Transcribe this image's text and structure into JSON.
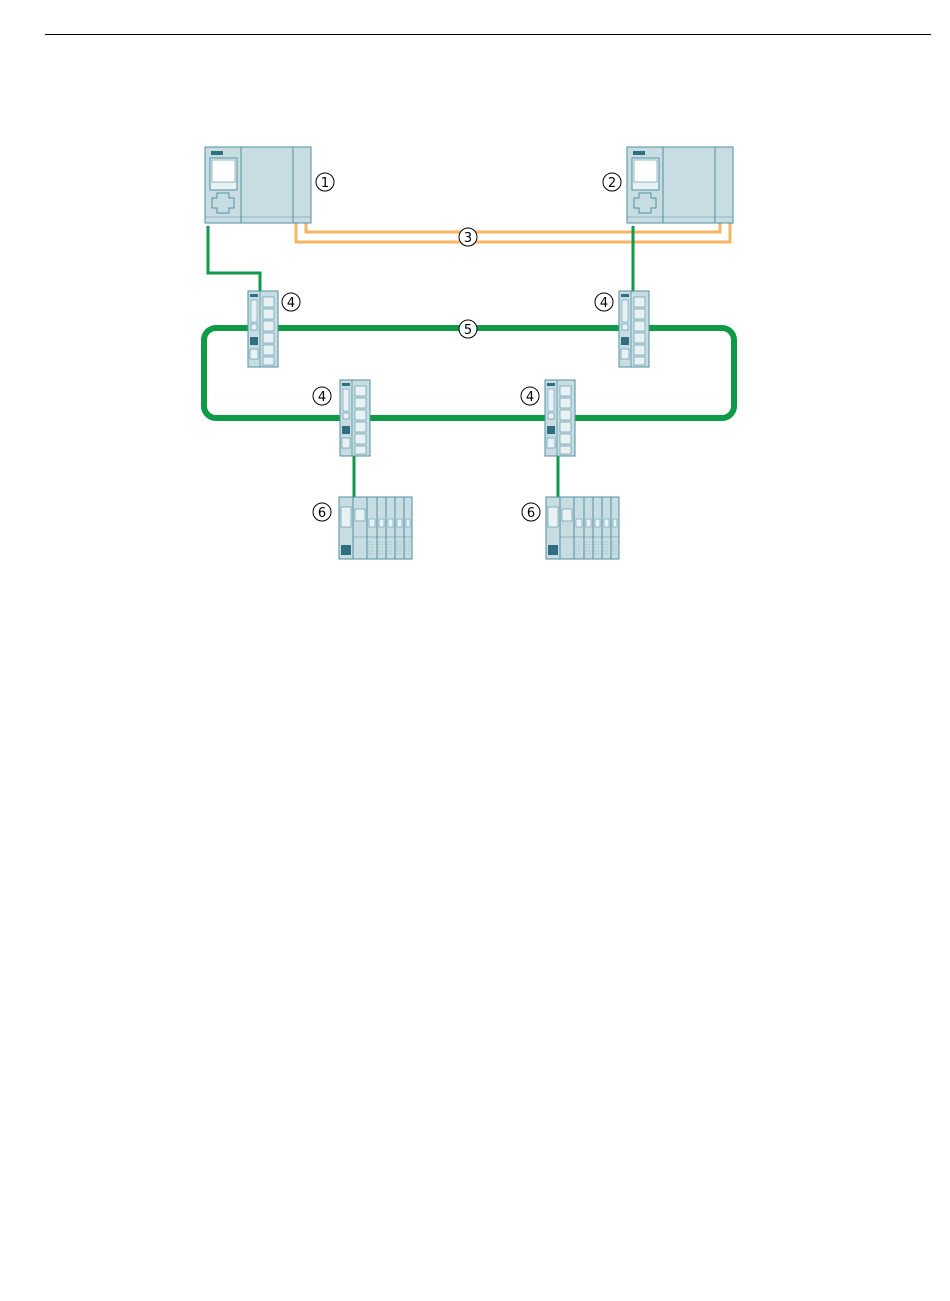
{
  "colors": {
    "profinet": "#0f9a48",
    "sync": "#f7b462",
    "device_fill": "#c8dde2",
    "device_stroke": "#4f8ea0",
    "device_dark": "#2f6f80"
  },
  "callouts": {
    "cpu1": "1",
    "cpu2": "2",
    "sync_link": "3",
    "switch": "4",
    "ring": "5",
    "io_device": "6"
  }
}
